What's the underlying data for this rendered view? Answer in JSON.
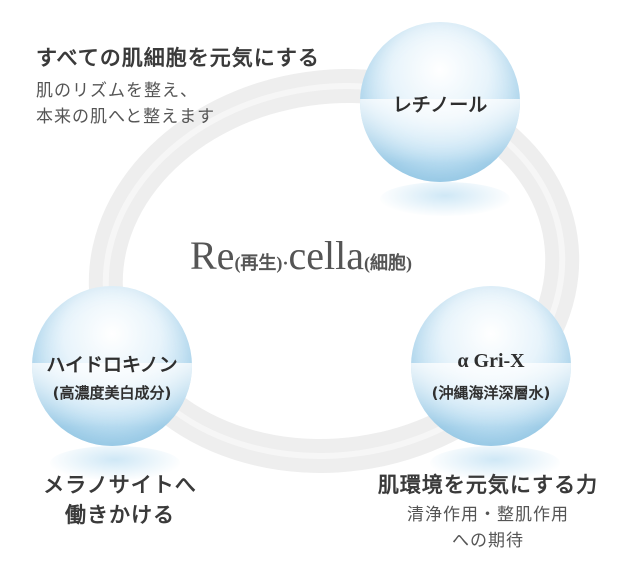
{
  "center": {
    "re": "Re",
    "re_note": "(再生)",
    "dot": "·",
    "cella": "cella",
    "cella_note": "(細胞)"
  },
  "nodes": {
    "top": {
      "label": "レチノール"
    },
    "left": {
      "label": "ハイドロキノン",
      "sub": "(高濃度美白成分)"
    },
    "right": {
      "label": "α Gri-X",
      "sub": "(沖縄海洋深層水)"
    }
  },
  "captions": {
    "top_left": {
      "heading": "すべての肌細胞を元気にする",
      "lines": [
        "肌のリズムを整え、",
        "本来の肌へと整えます"
      ]
    },
    "bottom_left": {
      "lines": [
        "メラノサイトへ",
        "働きかける"
      ]
    },
    "bottom_right": {
      "heading": "肌環境を元気にする力",
      "lines": [
        "清浄作用・整肌作用",
        "への期待"
      ]
    }
  },
  "colors": {
    "sphere": "#bfe0f3",
    "ring": "#eeeeee",
    "text": "#3a3a3a"
  }
}
